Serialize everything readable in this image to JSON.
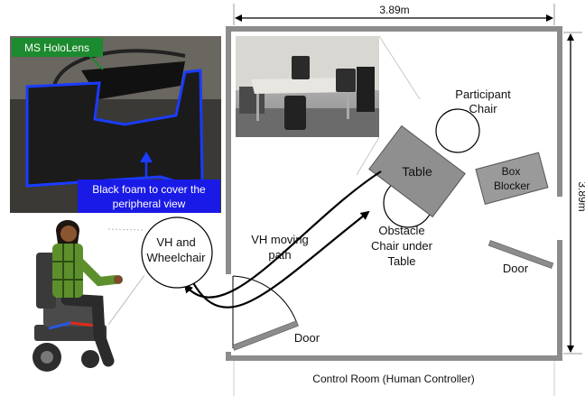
{
  "labels": {
    "width_dim": "3.89m",
    "height_dim": "3.89m",
    "hololens_tag": "MS HoloLens",
    "foam_caption_line1": "Black foam to cover the",
    "foam_caption_line2": "peripheral view",
    "participant_chair_line1": "Participant",
    "participant_chair_line2": "Chair",
    "table": "Table",
    "box_blocker_line1": "Box",
    "box_blocker_line2": "Blocker",
    "obstacle_line1": "Obstacle",
    "obstacle_line2": "Chair under",
    "obstacle_line3": "Table",
    "door_right": "Door",
    "door_left": "Door",
    "vh_wheelchair_line1": "VH and",
    "vh_wheelchair_line2": "Wheelchair",
    "vh_path_line1": "VH moving",
    "vh_path_line2": "path",
    "control_room": "Control Room (Human Controller)"
  },
  "colors": {
    "wall": "#8c8c8c",
    "table_fill": "#8f8f8f",
    "box_fill": "#9a9a9a",
    "tag_green": "#1c8a2e",
    "tag_blue": "#1a1ae6",
    "foam_outline": "#1a3cff"
  }
}
